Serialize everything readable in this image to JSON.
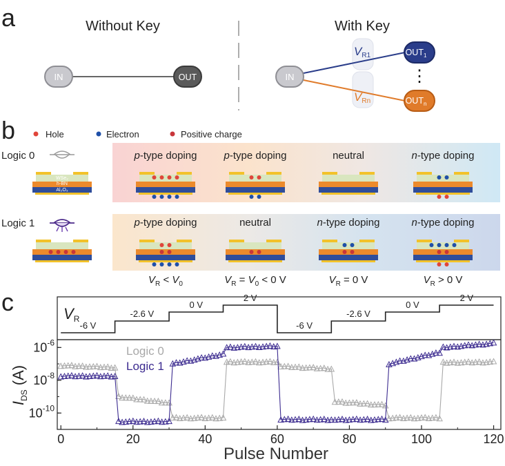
{
  "panel_a": {
    "label": "a",
    "without_key": "Without Key",
    "with_key": "With Key",
    "in_label": "IN",
    "out_label": "OUT",
    "out1": "OUT",
    "out1_sub": "1",
    "outn": "OUT",
    "outn_sub": "n",
    "vr1_main": "V",
    "vr1_sub": "R1",
    "vrn_main": "V",
    "vrn_sub": "Rn",
    "dots": "⋮"
  },
  "panel_b": {
    "label": "b",
    "legend": {
      "hole": "Hole",
      "electron": "Electron",
      "positive_charge": "Positive charge"
    },
    "logic0": "Logic 0",
    "logic1": "Logic 1",
    "layer_wse2": "WSe₂",
    "layer_hbn": "h-BN",
    "layer_al2o3": "Al₂O₃",
    "row0": [
      {
        "italic": "p",
        "text": "-type doping"
      },
      {
        "italic": "p",
        "text": "-type doping"
      },
      {
        "italic": "",
        "text": "neutral"
      },
      {
        "italic": "n",
        "text": "-type doping"
      }
    ],
    "row1": [
      {
        "italic": "p",
        "text": "-type doping"
      },
      {
        "italic": "",
        "text": "neutral"
      },
      {
        "italic": "n",
        "text": "-type doping"
      },
      {
        "italic": "n",
        "text": "-type doping"
      }
    ],
    "conditions": [
      {
        "a": "V",
        "asub": "R",
        "op": " < ",
        "b": "V",
        "bsub": "0",
        "tail": ""
      },
      {
        "a": "V",
        "asub": "R",
        "op": " = ",
        "b": "V",
        "bsub": "0",
        "tail": " < 0 V"
      },
      {
        "a": "V",
        "asub": "R",
        "op": " = 0 V",
        "b": "",
        "bsub": "",
        "tail": ""
      },
      {
        "a": "V",
        "asub": "R",
        "op": " > 0 V",
        "b": "",
        "bsub": "",
        "tail": ""
      }
    ],
    "colors": {
      "hole": "#e0453a",
      "electron": "#1f4fa8",
      "gold": "#f2c22a",
      "wse2": "#d9e6bf",
      "hbn": "#ec8a2c",
      "al2o3": "#2f4d9a"
    }
  },
  "panel_c": {
    "label": "c",
    "vr_label": "V",
    "vr_sub": "R",
    "vr_steps": [
      "-6 V",
      "-2.6 V",
      "0 V",
      "2 V",
      "-6 V",
      "-2.6 V",
      "0 V",
      "2 V"
    ],
    "ylabel_main": "I",
    "ylabel_sub": "DS",
    "ylabel_unit": " (A)",
    "xlabel": "Pulse Number",
    "legend": [
      "Logic 0",
      "Logic 1"
    ],
    "xticks": [
      "0",
      "20",
      "40",
      "60",
      "80",
      "100",
      "120"
    ],
    "yticks": [
      {
        "base": "10",
        "exp": "-6"
      },
      {
        "base": "10",
        "exp": "-8"
      },
      {
        "base": "10",
        "exp": "-10"
      }
    ]
  },
  "chart_data": {
    "type": "scatter",
    "xlabel": "Pulse Number",
    "ylabel": "I_DS (A)",
    "y_scale": "log",
    "xlim": [
      -1,
      122
    ],
    "ylim": [
      1e-11,
      3e-06
    ],
    "series": [
      {
        "name": "Logic 0",
        "color": "#a8a8a8",
        "segments": [
          {
            "x_start": 0,
            "x_end": 15,
            "y_start": 8e-08,
            "y_end": 6e-08
          },
          {
            "x_start": 16,
            "x_end": 30,
            "y_start": 1e-09,
            "y_end": 4e-10
          },
          {
            "x_start": 31,
            "x_end": 45,
            "y_start": 5e-11,
            "y_end": 5e-11
          },
          {
            "x_start": 46,
            "x_end": 60,
            "y_start": 1.3e-07,
            "y_end": 1.3e-07
          },
          {
            "x_start": 61,
            "x_end": 75,
            "y_start": 7e-08,
            "y_end": 5e-08
          },
          {
            "x_start": 76,
            "x_end": 90,
            "y_start": 5e-10,
            "y_end": 3e-10
          },
          {
            "x_start": 91,
            "x_end": 105,
            "y_start": 5e-11,
            "y_end": 5e-11
          },
          {
            "x_start": 106,
            "x_end": 120,
            "y_start": 1.2e-07,
            "y_end": 1.3e-07
          }
        ]
      },
      {
        "name": "Logic 1",
        "color": "#3b2a8f",
        "segments": [
          {
            "x_start": 0,
            "x_end": 15,
            "y_start": 1.8e-08,
            "y_end": 1.8e-08
          },
          {
            "x_start": 16,
            "x_end": 30,
            "y_start": 3e-11,
            "y_end": 3e-11
          },
          {
            "x_start": 31,
            "x_end": 45,
            "y_start": 1e-07,
            "y_end": 4e-07
          },
          {
            "x_start": 46,
            "x_end": 60,
            "y_start": 1e-06,
            "y_end": 1.2e-06
          },
          {
            "x_start": 61,
            "x_end": 75,
            "y_start": 4e-11,
            "y_end": 4e-11
          },
          {
            "x_start": 76,
            "x_end": 90,
            "y_start": 4e-11,
            "y_end": 4e-11
          },
          {
            "x_start": 91,
            "x_end": 105,
            "y_start": 1e-07,
            "y_end": 5e-07
          },
          {
            "x_start": 106,
            "x_end": 120,
            "y_start": 1e-06,
            "y_end": 1.8e-06
          }
        ]
      }
    ],
    "vr_trace": {
      "x_breaks": [
        0,
        15,
        30,
        45,
        60,
        75,
        90,
        105,
        120
      ],
      "levels_V": [
        -6,
        -2.6,
        0,
        2,
        -6,
        -2.6,
        0,
        2
      ]
    }
  }
}
